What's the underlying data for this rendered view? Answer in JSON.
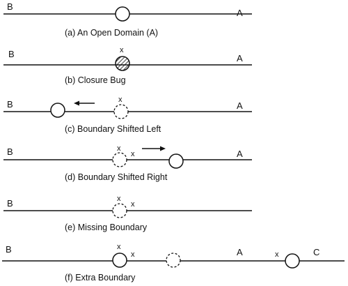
{
  "panels": [
    {
      "caption": "(a)  An Open Domain (A)",
      "left_label": "B",
      "right_label": "A"
    },
    {
      "caption": "(b)  Closure Bug",
      "left_label": "B",
      "right_label": "A",
      "marker": "x"
    },
    {
      "caption": "(c)  Boundary Shifted Left",
      "left_label": "B",
      "right_label": "A",
      "marker": "x"
    },
    {
      "caption": "(d)  Boundary Shifted Right",
      "left_label": "B",
      "right_label": "A",
      "marker1": "x",
      "marker2": "x"
    },
    {
      "caption": "(e)  Missing Boundary",
      "left_label": "B",
      "marker1": "x",
      "marker2": "x"
    },
    {
      "caption": "(f)  Extra Boundary",
      "left_label": "B",
      "mid_label": "A",
      "right_label": "C",
      "marker1": "x",
      "marker2": "x",
      "marker3": "x"
    }
  ],
  "colors": {
    "ink": "#111111",
    "background": "#ffffff"
  }
}
